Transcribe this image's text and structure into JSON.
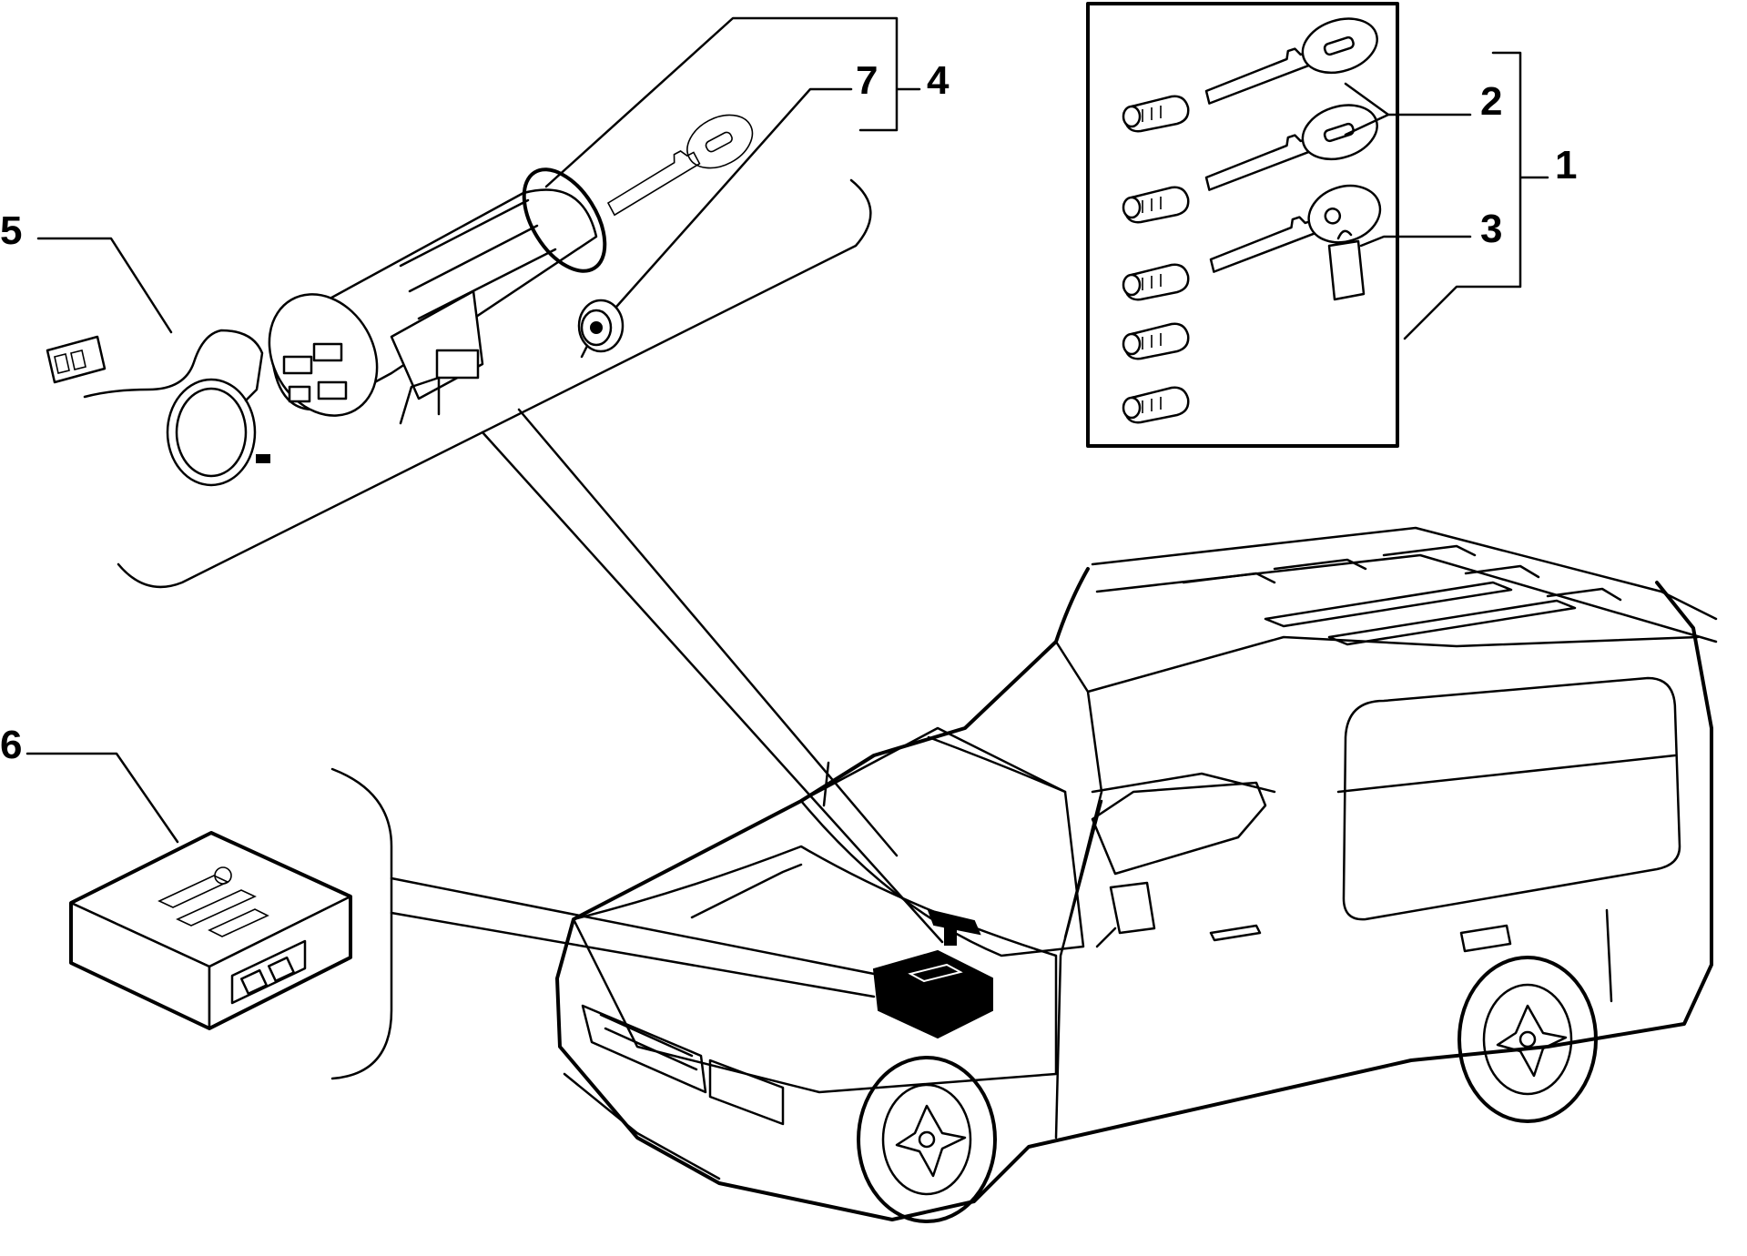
{
  "callouts": {
    "c1": "1",
    "c2": "2",
    "c3": "3",
    "c4": "4",
    "c5": "5",
    "c6": "6",
    "c7": "7"
  },
  "icons": {
    "vehicle": "van-outline",
    "ignition": "ignition-switch",
    "antenna": "immobilizer-antenna-ring",
    "module": "control-unit-box",
    "keys": "key-icon",
    "cylinders": "lock-cylinder"
  }
}
